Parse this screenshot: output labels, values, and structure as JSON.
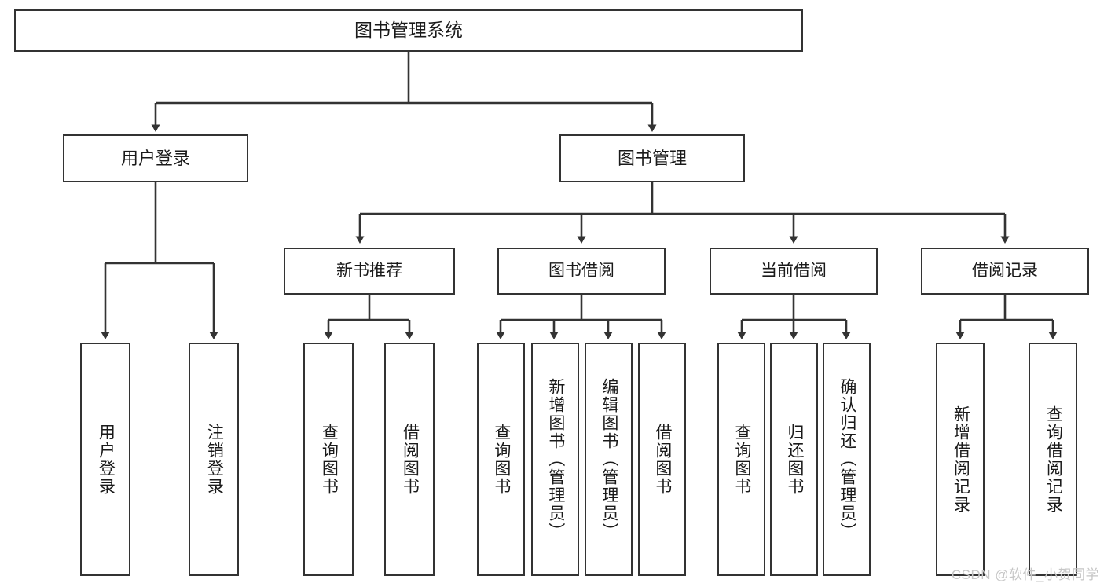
{
  "diagram": {
    "type": "tree",
    "title": "图书管理系统",
    "stroke_color": "#333333",
    "fill_color": "#ffffff",
    "text_color": "#1a1a1a",
    "root": {
      "label": "图书管理系统"
    },
    "level2": [
      {
        "label": "用户登录"
      },
      {
        "label": "图书管理"
      }
    ],
    "level3": [
      {
        "label": "新书推荐"
      },
      {
        "label": "图书借阅"
      },
      {
        "label": "当前借阅"
      },
      {
        "label": "借阅记录"
      }
    ],
    "leaves": {
      "user_login": [
        {
          "label": "用户登录"
        },
        {
          "label": "注销登录"
        }
      ],
      "new_book_recommend": [
        {
          "label": "查询图书"
        },
        {
          "label": "借阅图书"
        }
      ],
      "book_borrow": [
        {
          "label": "查询图书"
        },
        {
          "label": "新增图书（管理员）"
        },
        {
          "label": "编辑图书（管理员）"
        },
        {
          "label": "借阅图书"
        }
      ],
      "current_borrow": [
        {
          "label": "查询图书"
        },
        {
          "label": "归还图书"
        },
        {
          "label": "确认归还（管理员）"
        }
      ],
      "borrow_record": [
        {
          "label": "新增借阅记录"
        },
        {
          "label": "查询借阅记录"
        }
      ]
    }
  },
  "watermark": {
    "text": "CSDN @软件_小贺同学"
  }
}
